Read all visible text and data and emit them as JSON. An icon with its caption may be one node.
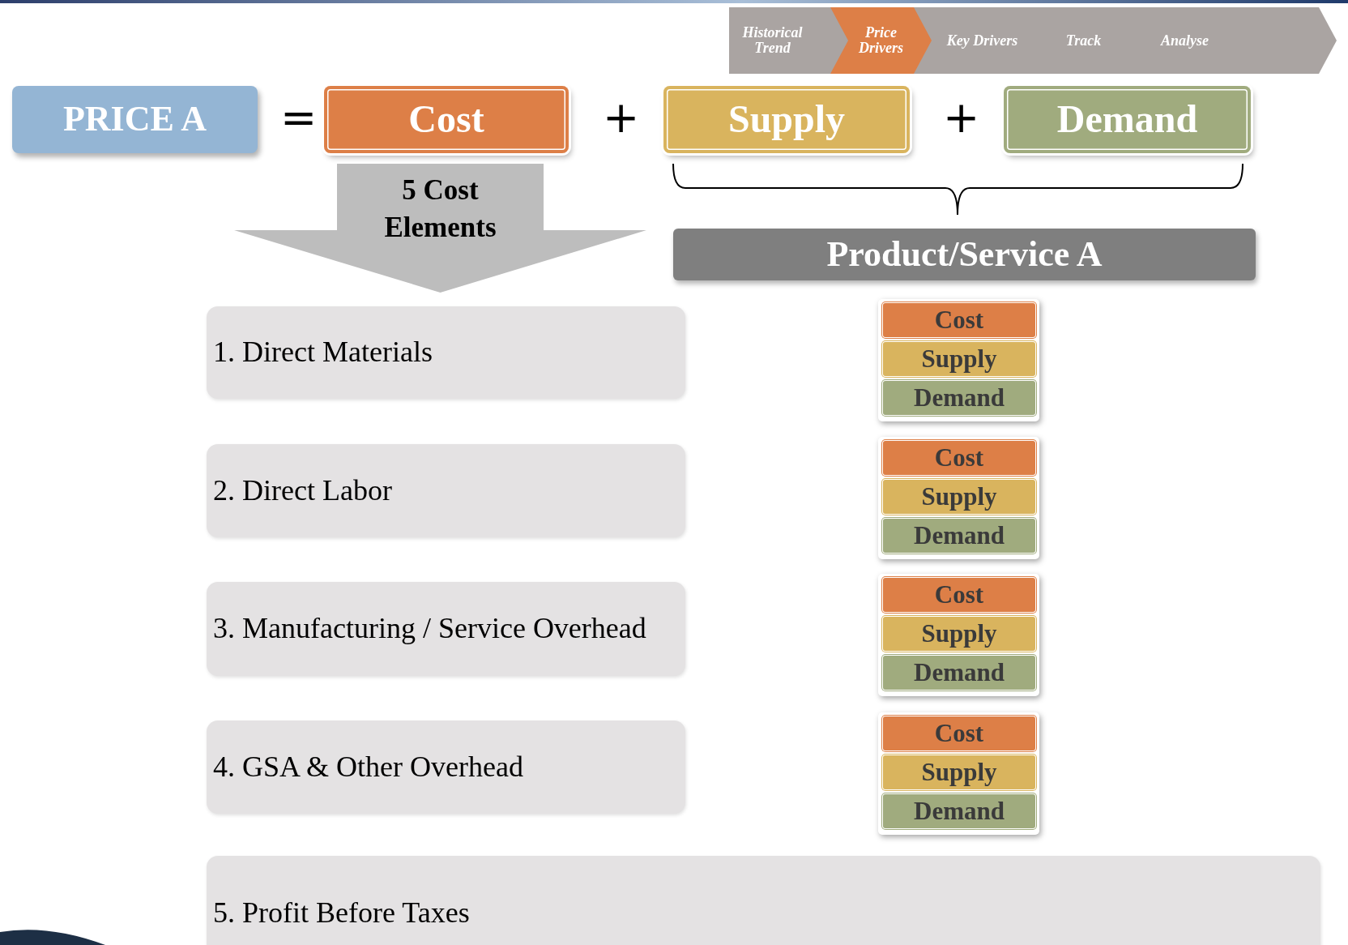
{
  "diagram": {
    "nodes": [
      {
        "text": [
          "Historical Trend"
        ]
      },
      {
        "text": [
          "Price Drivers"
        ]
      },
      {
        "text": [
          "Key Drivers"
        ]
      },
      {
        "text": [
          "Track"
        ]
      },
      {
        "text": [
          "Analyse"
        ]
      },
      {
        "text": [],
        "shape": "chevron"
      },
      {
        "text": [
          "PRICE A"
        ]
      },
      {
        "text": [
          "Cost"
        ]
      },
      {
        "text": [
          "Supply"
        ]
      },
      {
        "text": [
          "Demand"
        ]
      },
      {
        "text": [
          "5 Cost Elements"
        ]
      },
      {
        "text": [
          "Product/Service A"
        ]
      },
      {
        "text": [
          "1. Direct Materials"
        ]
      },
      {
        "text": [
          "2. Direct Labor"
        ]
      },
      {
        "text": [
          "3. Manufacturing / Service Overhead"
        ]
      },
      {
        "text": [
          "4. GSA & Other Overhead"
        ]
      },
      {
        "text": [
          "5. Profit Before Taxes"
        ]
      },
      {
        "text": [
          "Cost"
        ]
      },
      {
        "text": [
          "Supply"
        ]
      },
      {
        "text": [
          "Demand"
        ]
      },
      {
        "text": [
          "Cost"
        ]
      },
      {
        "text": [
          "Supply"
        ]
      },
      {
        "text": [
          "Demand"
        ]
      },
      {
        "text": [
          "Cost"
        ]
      },
      {
        "text": [
          "Supply"
        ]
      },
      {
        "text": [
          "Demand"
        ]
      },
      {
        "text": [
          "Cost"
        ]
      },
      {
        "text": [
          "Supply"
        ]
      },
      {
        "text": [
          "Demand"
        ]
      }
    ],
    "labels": [
      "=",
      "+",
      "+"
    ]
  }
}
